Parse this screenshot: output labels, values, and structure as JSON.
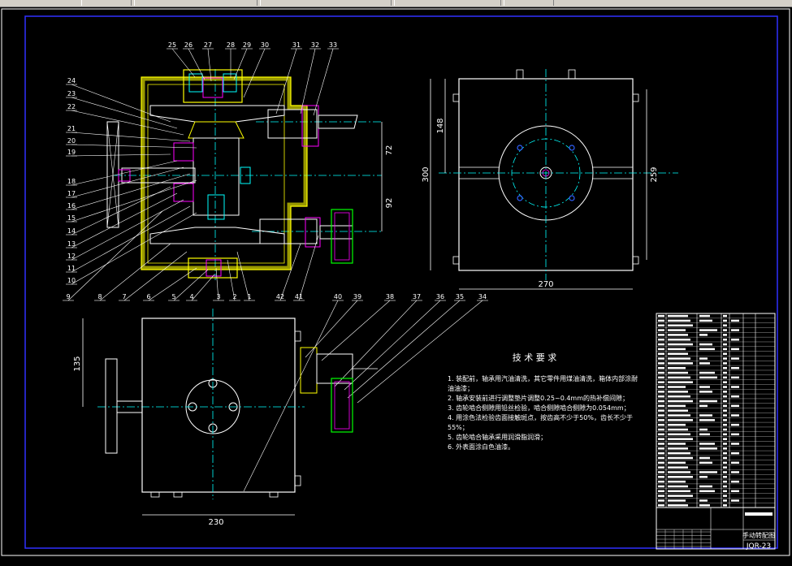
{
  "window": {
    "topbar_color": "#d4d0c8"
  },
  "colors": {
    "background": "#000000",
    "border": "#1a1aff",
    "outline": "#ffffff",
    "section": "#ffff00",
    "center": "#00ffff",
    "dim": "#ffffff",
    "leader": "#ffffff",
    "part": "#00ff00",
    "bolt": "#ff00ff"
  },
  "dims": {
    "front_72": "72",
    "front_92": "92",
    "top_148": "148",
    "top_300": "300",
    "top_259": "259",
    "top_270": "270",
    "side_135": "135",
    "side_230": "230"
  },
  "balloons_top": [
    "25",
    "26",
    "27",
    "28",
    "29",
    "30",
    "31",
    "32",
    "33"
  ],
  "balloons_left": [
    "24",
    "23",
    "22",
    "21",
    "20",
    "19",
    "18",
    "17",
    "16",
    "15",
    "14",
    "13",
    "12",
    "11",
    "10"
  ],
  "balloons_bottom": [
    "9",
    "8",
    "7",
    "6",
    "5",
    "4",
    "3",
    "2",
    "1",
    "42",
    "41",
    "40",
    "39",
    "38",
    "37",
    "36",
    "35",
    "34"
  ],
  "tech": {
    "title": "技 术 要 求",
    "lines": [
      "1. 装配前，轴承用汽油清洗，其它零件用煤油清洗，箱体内部涂耐",
      "   油油漆；",
      "2. 轴承安装前进行调整垫片调整0.25~0.4mm的热补偿间隙；",
      "3. 齿轮啮合侧隙用铅丝检验，啮合侧隙啮合侧隙为0.054mm；",
      "4. 用涂色法检验齿面接触斑点，按齿高不少于50%，齿长不少于",
      "   55%；",
      "5. 齿轮啮合轴承采用润滑脂润滑；",
      "6. 外表面涂白色油漆。"
    ]
  },
  "title_block": {
    "drawing_name": "手动转配图",
    "drawing_no": "JQR-23"
  }
}
